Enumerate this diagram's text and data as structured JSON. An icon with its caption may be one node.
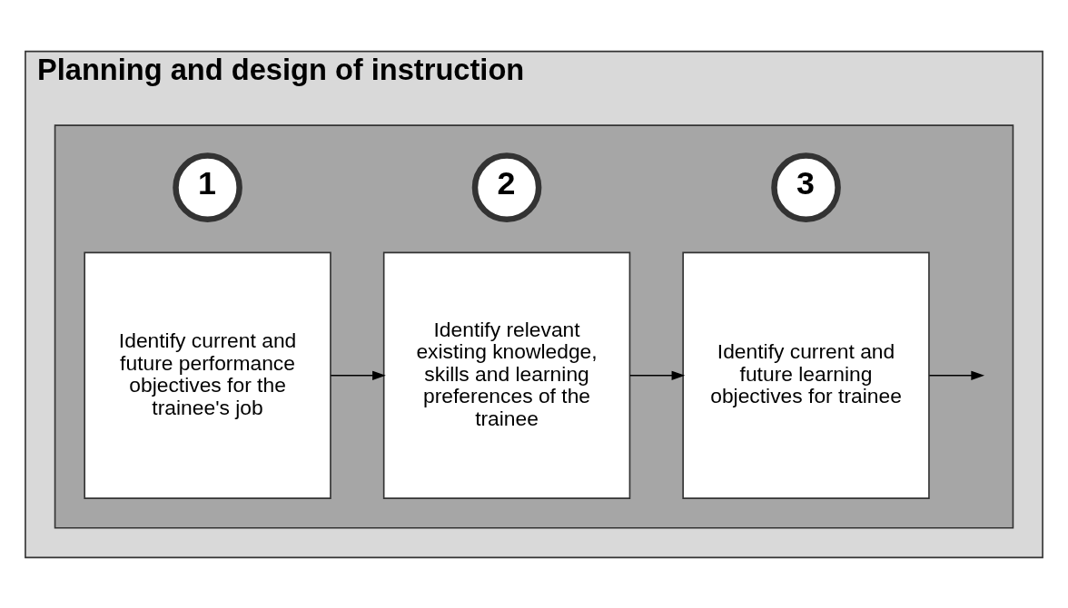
{
  "diagram": {
    "nodes": [
      {
        "text": [
          "Planning and design of instruction"
        ]
      },
      {
        "text": [],
        "shape": "box",
        "in": 0
      },
      {
        "text": [
          "1"
        ],
        "in": 1
      },
      {
        "text": [
          "Identify current and future performance objectives for the trainee's job"
        ],
        "in": 1
      },
      {
        "text": [
          "2"
        ],
        "in": 1
      },
      {
        "text": [
          "Identify relevant existing knowledge, skills and learning preferences of the trainee"
        ],
        "in": 1
      },
      {
        "text": [
          "3"
        ],
        "in": 1
      },
      {
        "text": [
          "Identify current and future learning objectives for trainee"
        ],
        "in": 1
      }
    ],
    "edges": [
      {
        "from": 3,
        "to": 5,
        "arrow": "to"
      },
      {
        "from": 5,
        "to": 7,
        "arrow": "to"
      },
      {
        "from": 7,
        "to": null,
        "arrow": "to"
      }
    ]
  }
}
